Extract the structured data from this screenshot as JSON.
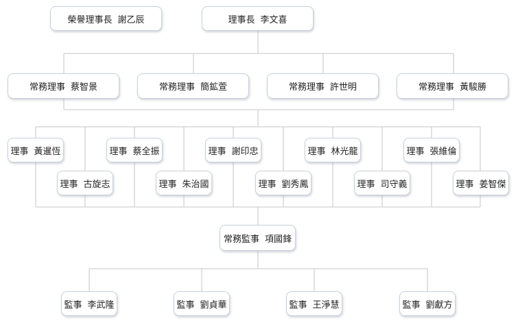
{
  "nodes": {
    "honorary_chairman": {
      "role": "榮譽理事長",
      "name": "謝乙辰"
    },
    "chairman": {
      "role": "理事長",
      "name": "李文喜"
    },
    "standing_directors": [
      {
        "role": "常務理事",
        "name": "蔡智景"
      },
      {
        "role": "常務理事",
        "name": "簡鉱萱"
      },
      {
        "role": "常務理事",
        "name": "許世明"
      },
      {
        "role": "常務理事",
        "name": "黃駿勝"
      }
    ],
    "directors": [
      {
        "role": "理事",
        "name": "黃暹恆"
      },
      {
        "role": "理事",
        "name": "古旋志"
      },
      {
        "role": "理事",
        "name": "蔡全振"
      },
      {
        "role": "理事",
        "name": "朱治國"
      },
      {
        "role": "理事",
        "name": "謝印忠"
      },
      {
        "role": "理事",
        "name": "劉秀鳳"
      },
      {
        "role": "理事",
        "name": "林光龍"
      },
      {
        "role": "理事",
        "name": "司守義"
      },
      {
        "role": "理事",
        "name": "張維倫"
      },
      {
        "role": "理事",
        "name": "姜智傑"
      }
    ],
    "standing_supervisor": {
      "role": "常務監事",
      "name": "項國鋒"
    },
    "supervisors": [
      {
        "role": "監事",
        "name": "李武隆"
      },
      {
        "role": "監事",
        "name": "劉貞華"
      },
      {
        "role": "監事",
        "name": "王淨慧"
      },
      {
        "role": "監事",
        "name": "劉獻方"
      }
    ]
  },
  "colors": {
    "line": "#c6c6c6",
    "border": "#c9d0da"
  }
}
